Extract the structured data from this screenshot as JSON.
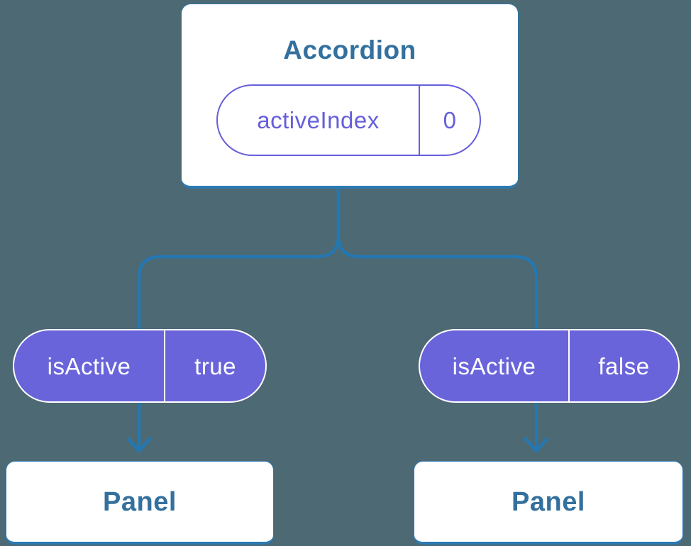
{
  "theme": {
    "bg": "#4d6973",
    "line": "#2478b2",
    "card_border": "#2b7ab3",
    "card_bg": "#ffffff",
    "heading_text": "#33709e",
    "purple": "#665fdb",
    "purple_fill": "#6a64db",
    "pill_text_light": "#ffffff"
  },
  "tree": {
    "root": {
      "title": "Accordion",
      "state": {
        "name": "activeIndex",
        "value": "0"
      }
    },
    "children": [
      {
        "prop_name": "isActive",
        "prop_value": "true",
        "title": "Panel"
      },
      {
        "prop_name": "isActive",
        "prop_value": "false",
        "title": "Panel"
      }
    ]
  }
}
